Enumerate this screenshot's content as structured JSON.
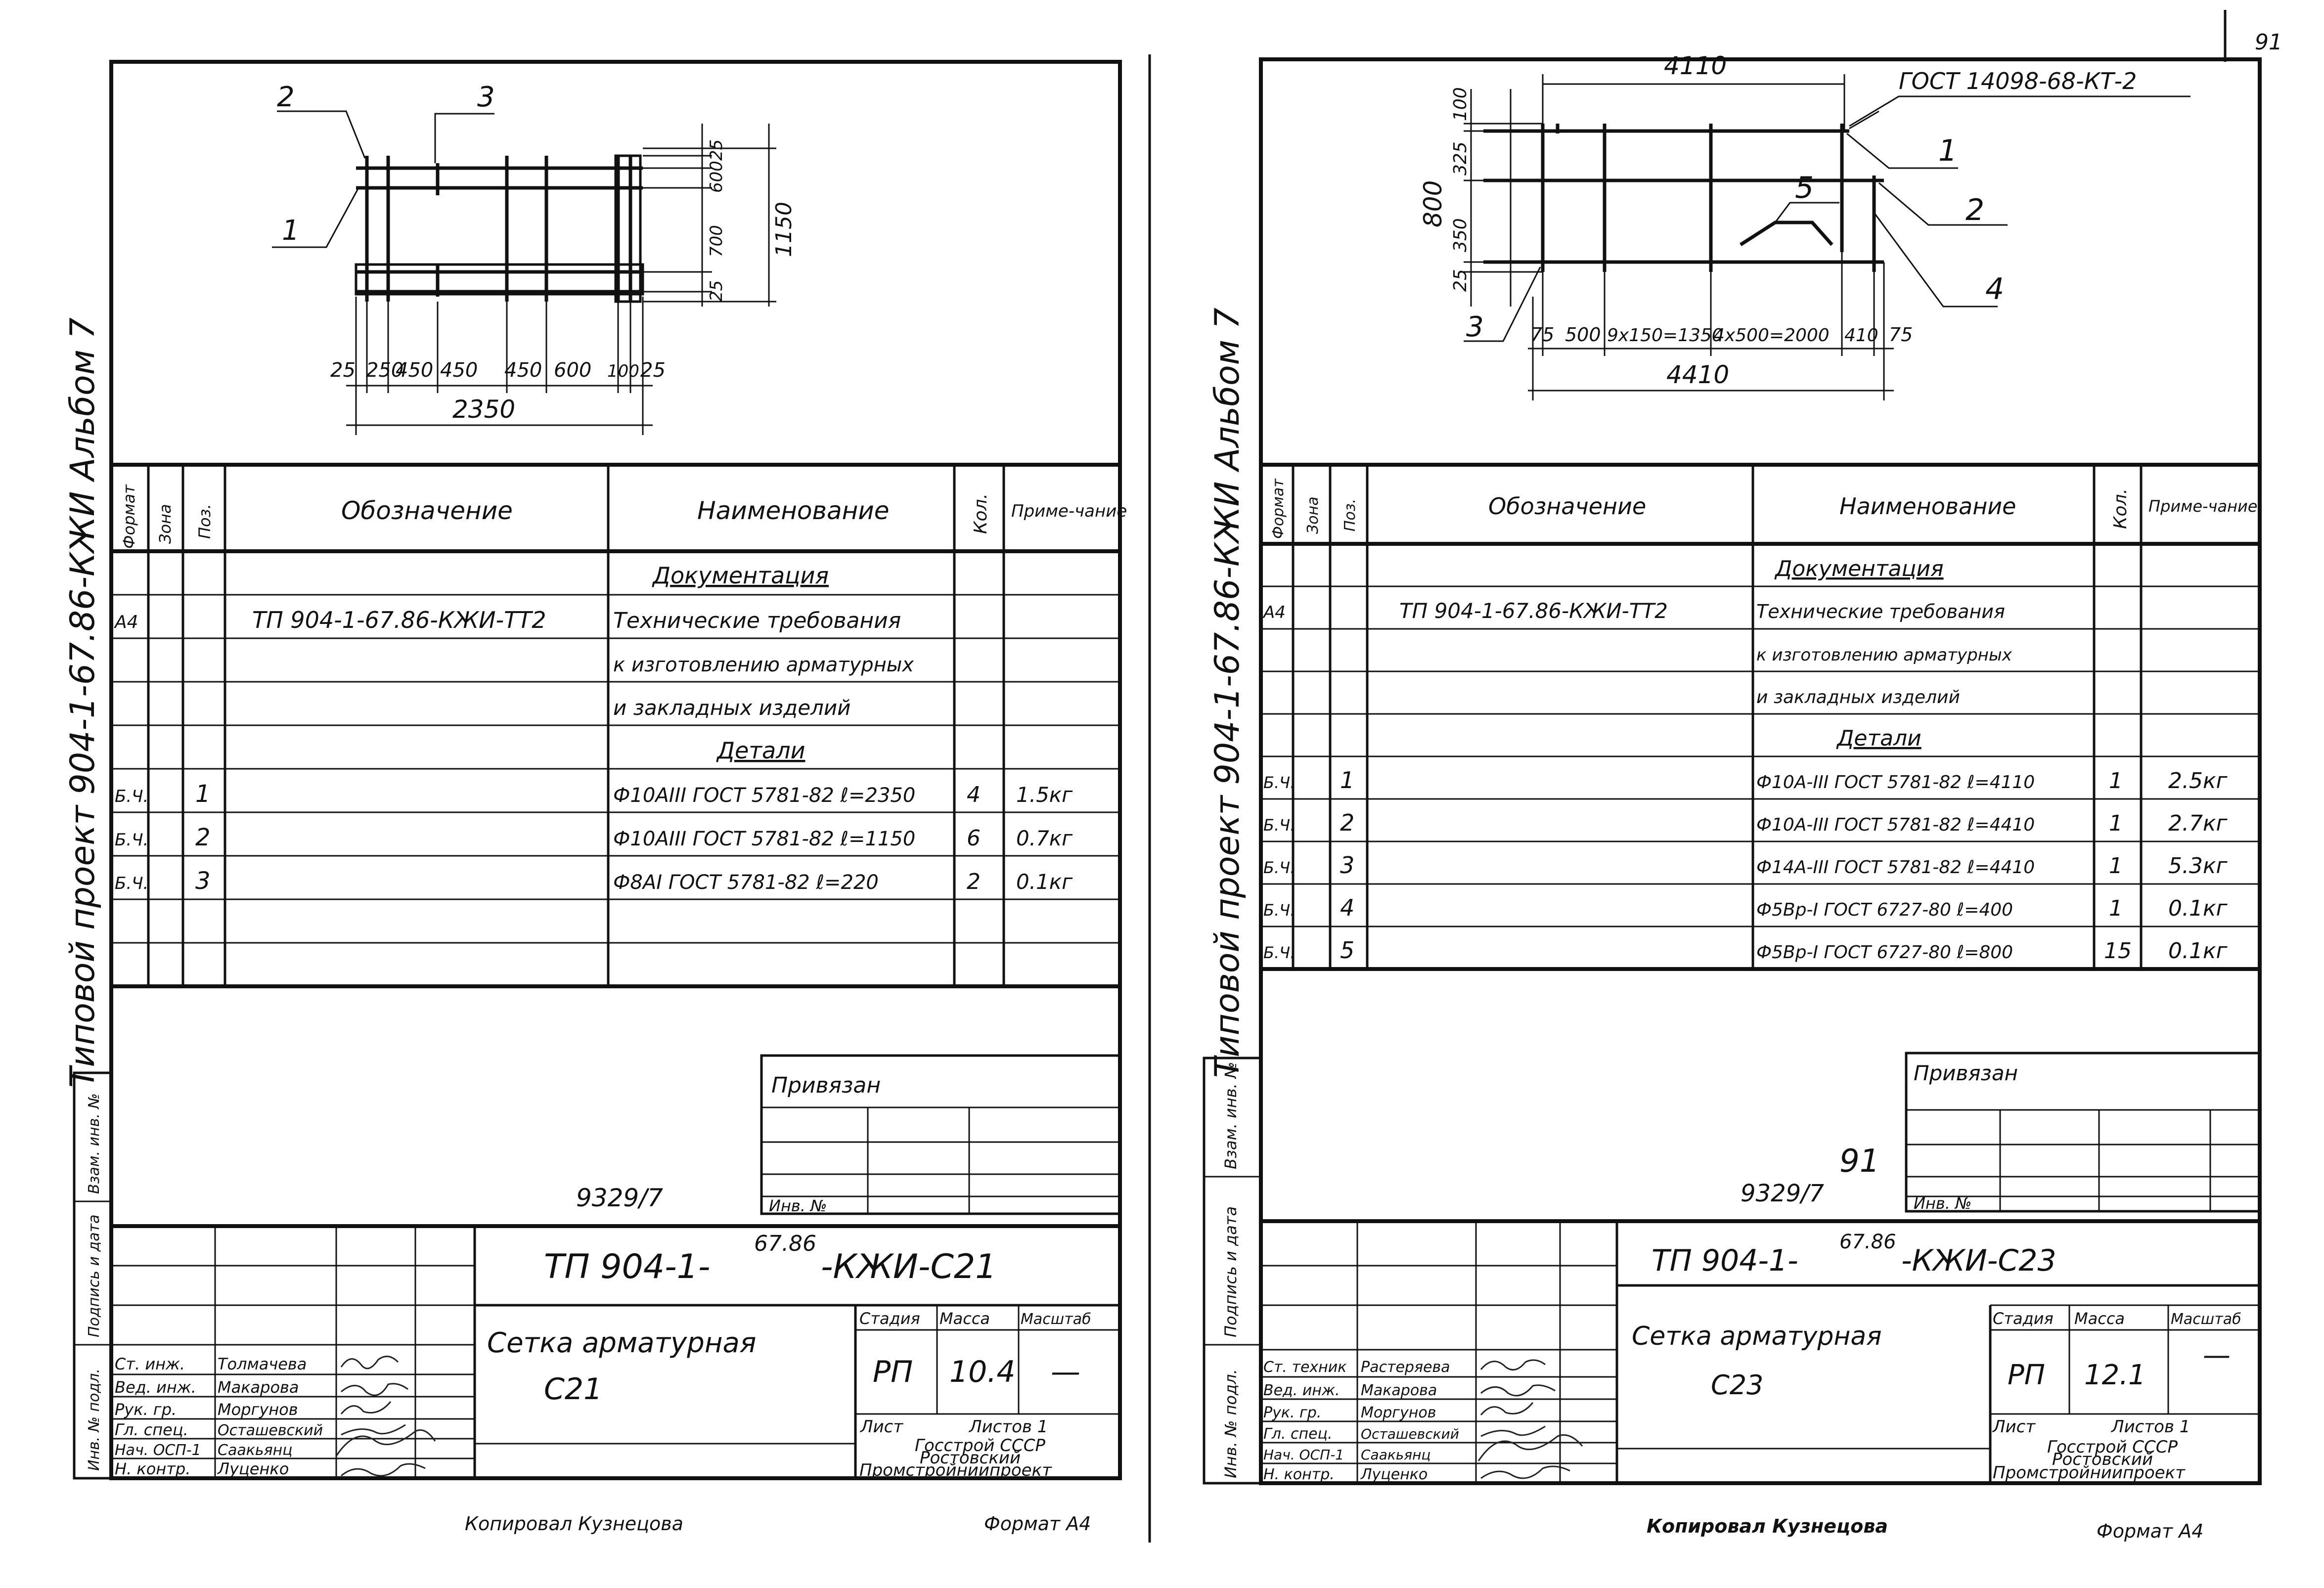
{
  "page_number": "91",
  "sheets": [
    {
      "album_label": "Типовой проект 904-1-67.86-КЖИ Альбом 7",
      "side_stamp": [
        "Инв. № подл.",
        "Подпись и дата",
        "Взам. инв. №"
      ],
      "drawing": {
        "callouts": [
          "1",
          "2",
          "3"
        ],
        "dims_right": [
          "25",
          "600",
          "700",
          "25",
          "1150"
        ],
        "dims_bottom": [
          "25",
          "250",
          "450",
          "450",
          "450",
          "600",
          "100",
          "25"
        ],
        "overall_width": "2350"
      },
      "spec": {
        "headers": {
          "format": "Формат",
          "zone": "Зона",
          "pos": "Поз.",
          "designation": "Обозначение",
          "name": "Наименование",
          "qty": "Кол.",
          "note": "Приме-чание"
        },
        "rows": [
          {
            "format": "",
            "pos": "",
            "designation": "",
            "name": "Документация",
            "qty": "",
            "note": "",
            "heading": true
          },
          {
            "format": "А4",
            "pos": "",
            "designation": "ТП 904-1-67.86-КЖИ-ТТ2",
            "name": "Технические требования",
            "qty": "",
            "note": ""
          },
          {
            "format": "",
            "pos": "",
            "designation": "",
            "name": "к изготовлению арматурных",
            "qty": "",
            "note": ""
          },
          {
            "format": "",
            "pos": "",
            "designation": "",
            "name": "и закладных изделий",
            "qty": "",
            "note": ""
          },
          {
            "format": "",
            "pos": "",
            "designation": "",
            "name": "Детали",
            "qty": "",
            "note": "",
            "heading": true
          },
          {
            "format": "Б.Ч.",
            "pos": "1",
            "designation": "",
            "name": "Ф10АIII ГОСТ 5781-82 ℓ=2350",
            "qty": "4",
            "note": "1.5кг"
          },
          {
            "format": "Б.Ч.",
            "pos": "2",
            "designation": "",
            "name": "Ф10АIII ГОСТ 5781-82 ℓ=1150",
            "qty": "6",
            "note": "0.7кг"
          },
          {
            "format": "Б.Ч.",
            "pos": "3",
            "designation": "",
            "name": "Ф8АI ГОСТ 5781-82 ℓ=220",
            "qty": "2",
            "note": "0.1кг"
          },
          {
            "format": "",
            "pos": "",
            "designation": "",
            "name": "",
            "qty": "",
            "note": ""
          }
        ]
      },
      "privyazan": "Привязан",
      "inv_label": "Инв. №",
      "archive_no": "9329/7",
      "title_block": {
        "code_prefix": "ТП 904-1-",
        "code_sup": "67.86",
        "code_suffix": "-КЖИ-С21",
        "title_line1": "Сетка арматурная",
        "title_line2": "С21",
        "stage_label": "Стадия",
        "stage": "РП",
        "mass_label": "Масса",
        "mass": "10.4",
        "scale_label": "Масштаб",
        "scale": "—",
        "sheet_label": "Лист",
        "sheets_label": "Листов 1",
        "org_line1": "Госстрой СССР",
        "org_line2": "Ростовский",
        "org_line3": "Промстройниипроект",
        "roles": [
          {
            "role": "Ст. инж.",
            "name": "Толмачева"
          },
          {
            "role": "Вед. инж.",
            "name": "Макарова"
          },
          {
            "role": "Рук. гр.",
            "name": "Моргунов"
          },
          {
            "role": "Гл. спец.",
            "name": "Осташевский"
          },
          {
            "role": "Нач. ОСП-1",
            "name": "Саакьянц"
          },
          {
            "role": "Н. контр.",
            "name": "Луценко"
          }
        ]
      },
      "copied": "Копировал Кузнецова",
      "format": "Формат А4"
    },
    {
      "album_label": "Типовой проект 904-1-67.86-КЖИ Альбом 7",
      "side_stamp": [
        "Инв. № подл.",
        "Подпись и дата",
        "Взам. инв. №"
      ],
      "drawing": {
        "callouts": [
          "1",
          "2",
          "4",
          "5",
          "3"
        ],
        "gost_label": "ГОСТ 14098-68-КТ-2",
        "overall_top": "4110",
        "dims_left": [
          "100",
          "325",
          "350",
          "25"
        ],
        "dim_left_total": "800",
        "dims_bottom": [
          "75",
          "500",
          "9x150=1350",
          "4x500=2000",
          "410",
          "75"
        ],
        "overall_bottom": "4410"
      },
      "spec": {
        "headers": {
          "format": "Формат",
          "zone": "Зона",
          "pos": "Поз.",
          "designation": "Обозначение",
          "name": "Наименование",
          "qty": "Кол.",
          "note": "Приме-чание"
        },
        "rows": [
          {
            "format": "",
            "pos": "",
            "designation": "",
            "name": "Документация",
            "qty": "",
            "note": "",
            "heading": true
          },
          {
            "format": "А4",
            "pos": "",
            "designation": "ТП 904-1-67.86-КЖИ-ТТ2",
            "name": "Технические требования",
            "qty": "",
            "note": ""
          },
          {
            "format": "",
            "pos": "",
            "designation": "",
            "name": "к изготовлению арматурных",
            "qty": "",
            "note": ""
          },
          {
            "format": "",
            "pos": "",
            "designation": "",
            "name": "и закладных изделий",
            "qty": "",
            "note": ""
          },
          {
            "format": "",
            "pos": "",
            "designation": "",
            "name": "Детали",
            "qty": "",
            "note": "",
            "heading": true
          },
          {
            "format": "Б.Ч.",
            "pos": "1",
            "designation": "",
            "name": "Ф10А-III ГОСТ 5781-82 ℓ=4110",
            "qty": "1",
            "note": "2.5кг"
          },
          {
            "format": "Б.Ч.",
            "pos": "2",
            "designation": "",
            "name": "Ф10А-III ГОСТ 5781-82 ℓ=4410",
            "qty": "1",
            "note": "2.7кг"
          },
          {
            "format": "Б.Ч.",
            "pos": "3",
            "designation": "",
            "name": "Ф14А-III ГОСТ 5781-82 ℓ=4410",
            "qty": "1",
            "note": "5.3кг"
          },
          {
            "format": "Б.Ч.",
            "pos": "4",
            "designation": "",
            "name": "Ф5Вр-I ГОСТ 6727-80 ℓ=400",
            "qty": "1",
            "note": "0.1кг"
          },
          {
            "format": "Б.Ч.",
            "pos": "5",
            "designation": "",
            "name": "Ф5Вр-I ГОСТ 6727-80 ℓ=800",
            "qty": "15",
            "note": "0.1кг"
          }
        ]
      },
      "privyazan": "Привязан",
      "inv_label": "Инв. №",
      "archive_no": "9329/7",
      "handwritten": "91",
      "title_block": {
        "code_prefix": "ТП 904-1-",
        "code_sup": "67.86",
        "code_suffix": "-КЖИ-С23",
        "title_line1": "Сетка арматурная",
        "title_line2": "С23",
        "stage_label": "Стадия",
        "stage": "РП",
        "mass_label": "Масса",
        "mass": "12.1",
        "scale_label": "Масштаб",
        "scale": "—",
        "sheet_label": "Лист",
        "sheets_label": "Листов 1",
        "org_line1": "Госстрой СССР",
        "org_line2": "Ростовский",
        "org_line3": "Промстройниипроект",
        "roles": [
          {
            "role": "Ст. техник",
            "name": "Растеряева"
          },
          {
            "role": "Вед. инж.",
            "name": "Макарова"
          },
          {
            "role": "Рук. гр.",
            "name": "Моргунов"
          },
          {
            "role": "Гл. спец.",
            "name": "Осташевский"
          },
          {
            "role": "Нач. ОСП-1",
            "name": "Саакьянц"
          },
          {
            "role": "Н. контр.",
            "name": "Луценко"
          }
        ]
      },
      "copied": "Копировал Кузнецова",
      "format": "Формат А4"
    }
  ]
}
